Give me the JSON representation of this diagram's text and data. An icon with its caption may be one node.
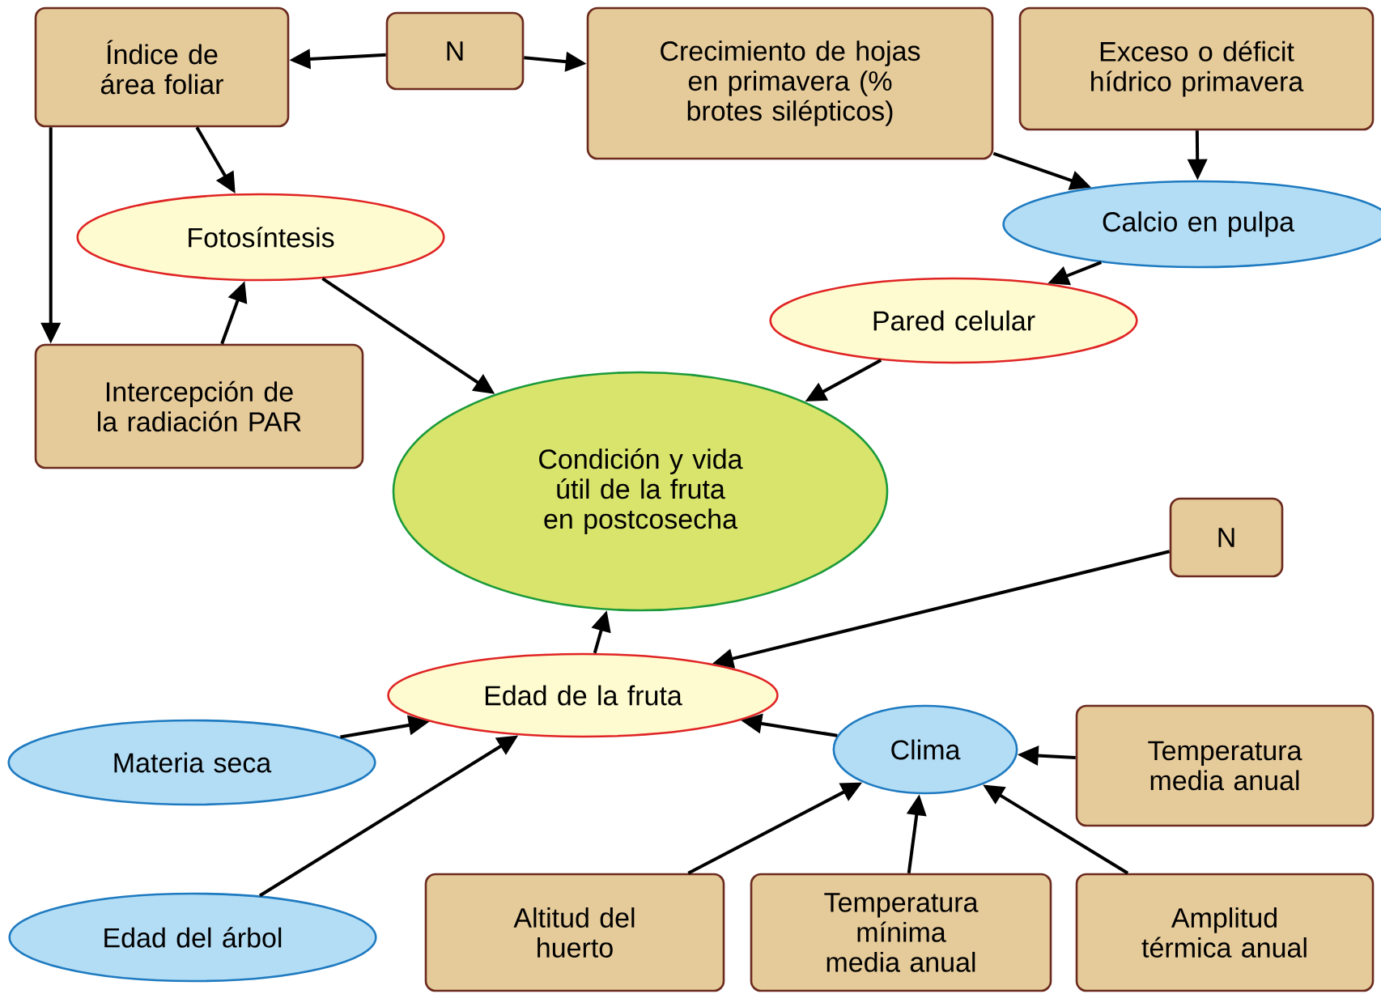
{
  "diagram": {
    "nodes": [
      {
        "text": [
          "Índice de área foliar"
        ]
      },
      {
        "text": [
          "N"
        ]
      },
      {
        "text": [
          "Crecimiento de hojas en primavera (% brotes silépticos)"
        ]
      },
      {
        "text": [
          "Exceso o déficit hídrico primavera"
        ]
      },
      {
        "text": [
          "Fotosíntesis"
        ]
      },
      {
        "text": [
          "Calcio en pulpa"
        ]
      },
      {
        "text": [
          "Pared celular"
        ]
      },
      {
        "text": [
          "Intercepción de la radiación PAR"
        ]
      },
      {
        "text": [
          "Condición y vida útil de la fruta en postcosecha"
        ]
      },
      {
        "text": [
          "N"
        ]
      },
      {
        "text": [
          "Edad de la fruta"
        ]
      },
      {
        "text": [
          "Clima"
        ]
      },
      {
        "text": [
          "Temperatura media anual"
        ]
      },
      {
        "text": [
          "Materia seca"
        ]
      },
      {
        "text": [
          "Edad del árbol"
        ]
      },
      {
        "text": [
          "Altitud del huerto"
        ]
      },
      {
        "text": [
          "Temperatura mínima media anual"
        ]
      },
      {
        "text": [
          "Amplitud térmica anual"
        ]
      }
    ],
    "edges": [
      {
        "from": 1,
        "to": 0,
        "arrow": "to"
      },
      {
        "from": 1,
        "to": 2,
        "arrow": "to"
      },
      {
        "from": 0,
        "to": 4,
        "arrow": "to"
      },
      {
        "from": 0,
        "to": 7,
        "arrow": "to"
      },
      {
        "from": 7,
        "to": 4,
        "arrow": "to"
      },
      {
        "from": 4,
        "to": 8,
        "arrow": "to"
      },
      {
        "from": 2,
        "to": 5,
        "arrow": "to"
      },
      {
        "from": 3,
        "to": 5,
        "arrow": "to"
      },
      {
        "from": 5,
        "to": 6,
        "arrow": "to"
      },
      {
        "from": 6,
        "to": 8,
        "arrow": "to"
      },
      {
        "from": 10,
        "to": 8,
        "arrow": "to"
      },
      {
        "from": 9,
        "to": 10,
        "arrow": "to"
      },
      {
        "from": 11,
        "to": 10,
        "arrow": "to"
      },
      {
        "from": 13,
        "to": 10,
        "arrow": "to"
      },
      {
        "from": 14,
        "to": 10,
        "arrow": "to"
      },
      {
        "from": 15,
        "to": 11,
        "arrow": "to"
      },
      {
        "from": 16,
        "to": 11,
        "arrow": "to"
      },
      {
        "from": 17,
        "to": 11,
        "arrow": "to"
      },
      {
        "from": 12,
        "to": 11,
        "arrow": "to"
      }
    ]
  }
}
